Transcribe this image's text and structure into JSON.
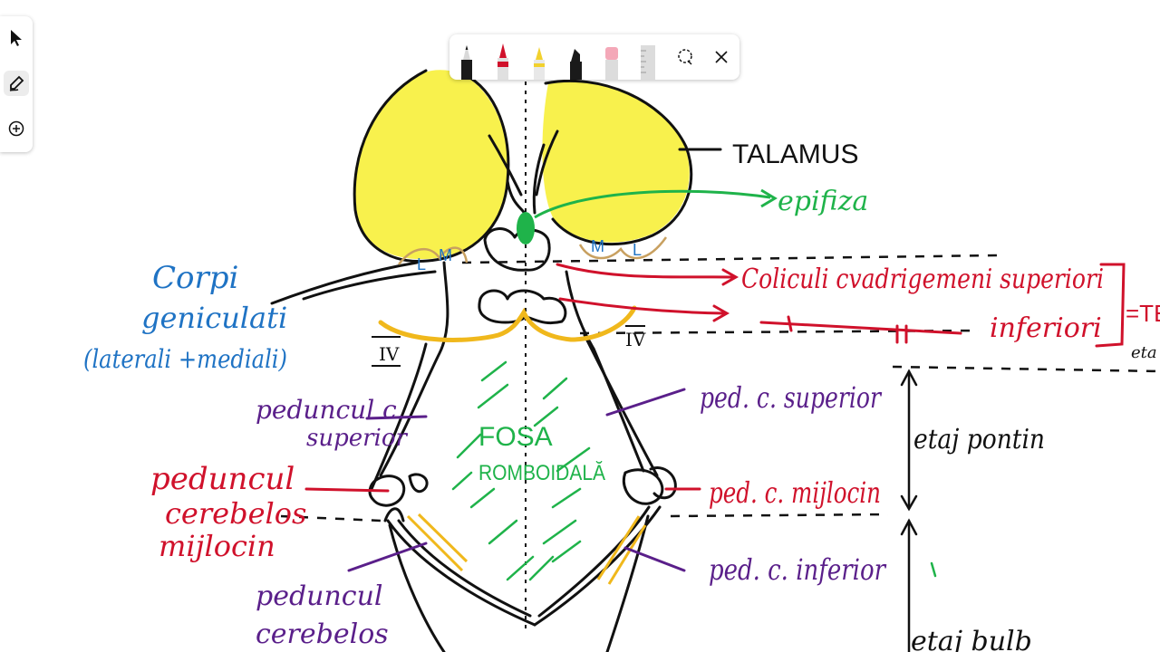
{
  "labels": {
    "talamus": "TALAMUS",
    "epifiza": "epifiza",
    "coliculi_superiori": "Coliculi cvadrigemeni superiori",
    "inferiori": "inferiori",
    "edge_fragment": "=TE",
    "edge_fragment2": "eta",
    "corpi_line1": "Corpi",
    "corpi_line2": "geniculati",
    "corpi_line3": "(laterali +mediali)",
    "ped_c_superior": "ped. c. superior",
    "etaj_pontin": "etaj pontin",
    "peduncul_sup_line1": "peduncul c.",
    "peduncul_sup_line2": "superior",
    "fosa_line1": "FOSA",
    "fosa_line2": "ROMBOIDALĂ",
    "peduncul_mij_line1": "peduncul",
    "peduncul_mij_line2": "cerebelos",
    "peduncul_mij_line3": "mijlocin",
    "ped_c_mijlocin": "ped. c. mijlocin",
    "ped_c_inferior": "ped. c. inferior",
    "peduncul_inf_line1": "peduncul",
    "peduncul_inf_line2": "cerebelos",
    "etaj_bulbar": "etaj bulb",
    "nerve_iv_left": "IV",
    "nerve_iv_right": "IV",
    "letter_l_left": "L",
    "letter_m_left": "M",
    "letter_m_right": "M",
    "letter_l_right": "L"
  },
  "toolbar": {
    "tools": [
      {
        "name": "select-tool",
        "icon": "cursor-arrow-icon",
        "active": false
      },
      {
        "name": "pen-tool",
        "icon": "pen-icon",
        "active": true
      },
      {
        "name": "add-tool",
        "icon": "plus-circle-icon",
        "active": false
      }
    ],
    "pens": [
      {
        "name": "pen-black",
        "color": "#1a1a1a"
      },
      {
        "name": "pen-red",
        "color": "#d0112b"
      },
      {
        "name": "highlighter-yellow",
        "color": "#f2d12e"
      },
      {
        "name": "highlighter-black",
        "color": "#1a1a1a"
      },
      {
        "name": "eraser",
        "color": "#f4a8b8"
      },
      {
        "name": "ruler",
        "color": "#d9d9d9"
      }
    ],
    "actions": [
      {
        "name": "lasso-select-button",
        "icon": "lasso-icon"
      },
      {
        "name": "close-button",
        "icon": "close-icon"
      }
    ]
  },
  "colors": {
    "ink_black": "#111111",
    "ink_red": "#d0112b",
    "ink_blue": "#1f73c4",
    "ink_purple": "#5a1f8a",
    "ink_green": "#1fb34a",
    "highlight_yellow": "#f7f03a",
    "highlight_orange": "#f0b81c",
    "tan": "#c8a060"
  }
}
